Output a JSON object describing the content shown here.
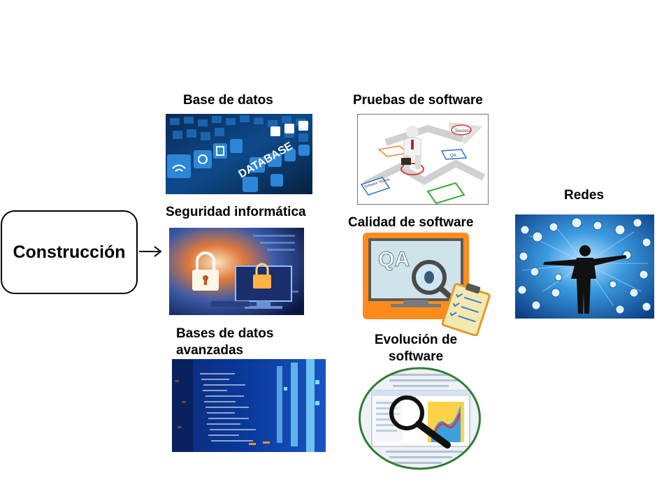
{
  "main_node": {
    "label": "Construcción"
  },
  "topics": {
    "base_datos": "Base de datos",
    "seguridad": "Seguridad informática",
    "bases_avanzadas_line1": "Bases de datos",
    "bases_avanzadas_line2": "avanzadas",
    "pruebas": "Pruebas de software",
    "calidad": "Calidad de software",
    "evolucion_line1": "Evolución de",
    "evolucion_line2": "software",
    "redes": "Redes"
  },
  "image_text": {
    "database": "DATABASE",
    "qa_monitor": "QA",
    "qa_flow": "QA",
    "success": "Success",
    "software_testing": "Software Testing"
  }
}
